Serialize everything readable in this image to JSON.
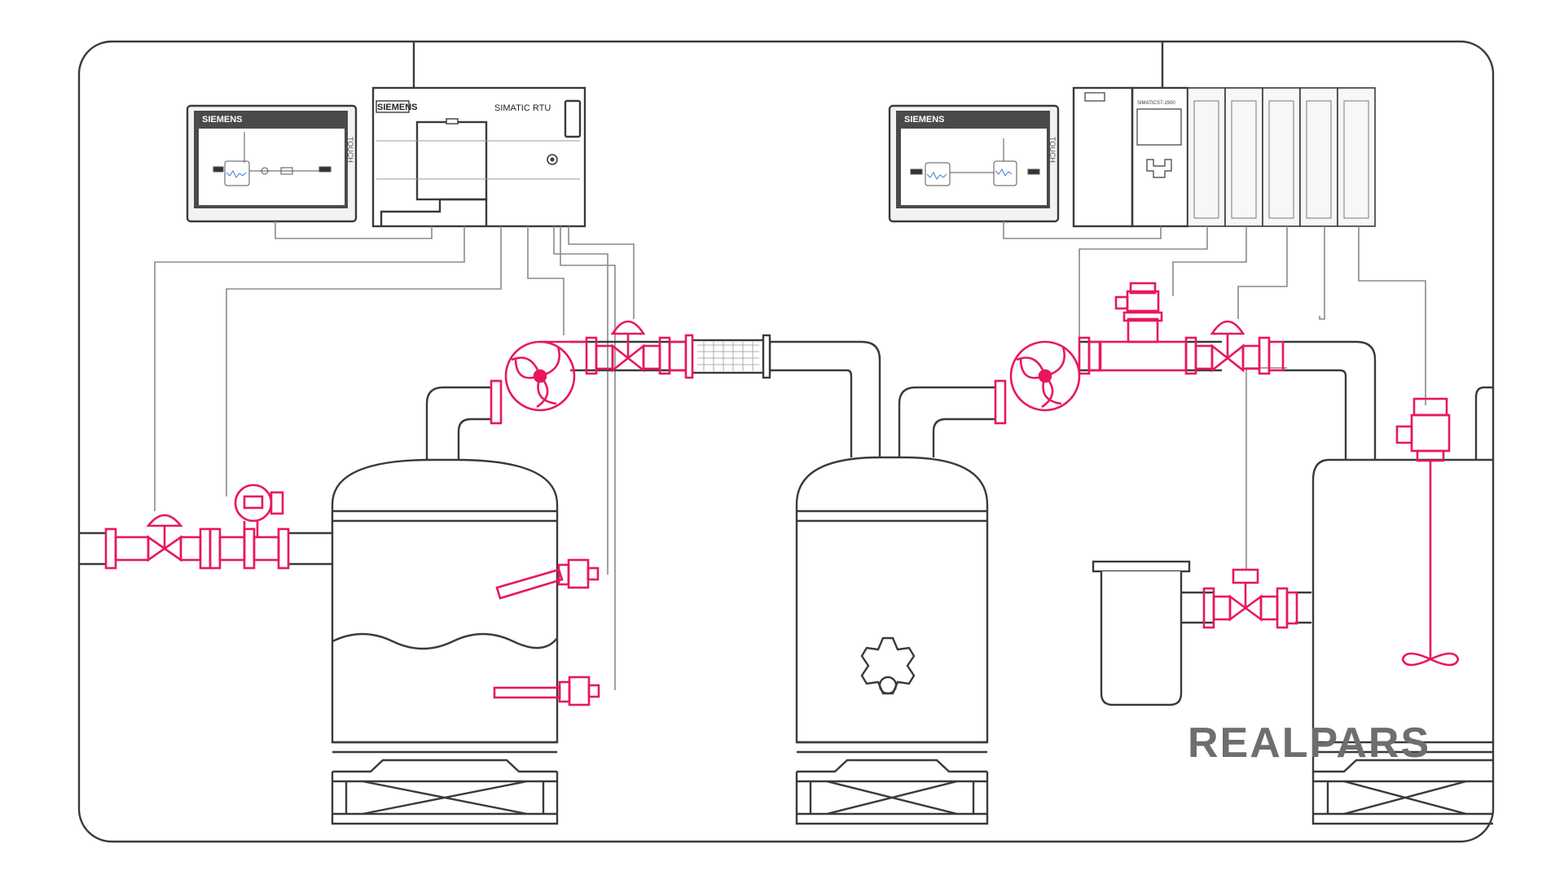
{
  "hmi_left": {
    "brand": "SIEMENS",
    "side_label": "TOUCH"
  },
  "hmi_right": {
    "brand": "SIEMENS",
    "side_label": "TOUCH"
  },
  "rtu": {
    "brand": "SIEMENS",
    "title": "SIMATIC RTU"
  },
  "plc": {
    "cpu_label_1": "SIMATIC",
    "cpu_label_2": "S7-1500"
  },
  "logo": {
    "text": "REALPARS"
  },
  "colors": {
    "line": "#3a3a3a",
    "signal": "#8a8a8a",
    "accent": "#e8175d",
    "logo": "#6d6e70"
  }
}
